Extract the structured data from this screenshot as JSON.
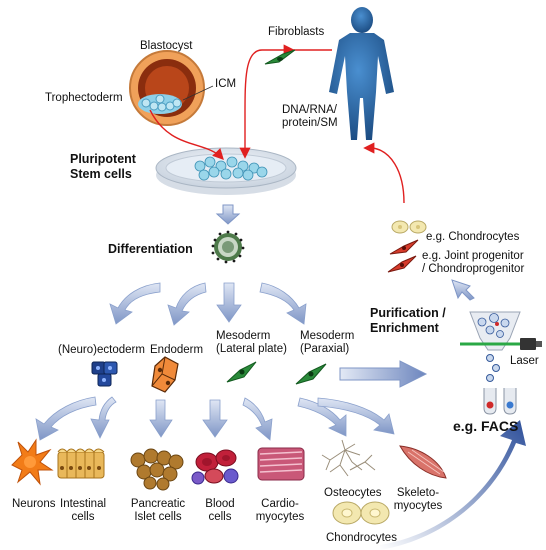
{
  "labels": {
    "blastocyst": "Blastocyst",
    "trophectoderm": "Trophectoderm",
    "icm": "ICM",
    "fibroblasts": "Fibroblasts",
    "reprogramming": [
      "DNA/RNA/",
      "protein/SM"
    ],
    "pluripotent": [
      "Pluripotent",
      "Stem cells"
    ],
    "differentiation": "Differentiation",
    "chondrocytes_eg": "e.g. Chondrocytes",
    "joint_progenitor": [
      "e.g. Joint progenitor",
      "/ Chondroprogenitor"
    ],
    "purification": [
      "Purification /",
      "Enrichment"
    ],
    "laser": "Laser",
    "facs": "e.g. FACS"
  },
  "germ_layers": [
    {
      "lines": [
        "(Neuro)ectoderm"
      ]
    },
    {
      "lines": [
        "Endoderm"
      ]
    },
    {
      "lines": [
        "Mesoderm",
        "(Lateral plate)"
      ]
    },
    {
      "lines": [
        "Mesoderm",
        "(Paraxial)"
      ]
    }
  ],
  "cell_types": [
    {
      "lines": [
        "Neurons"
      ]
    },
    {
      "lines": [
        "Intestinal",
        "cells"
      ]
    },
    {
      "lines": [
        "Pancreatic",
        "Islet cells"
      ]
    },
    {
      "lines": [
        "Blood",
        "cells"
      ]
    },
    {
      "lines": [
        "Cardio-",
        "myocytes"
      ]
    },
    {
      "lines": [
        "Osteocytes"
      ]
    },
    {
      "lines": [
        "Skeleto-",
        "myocytes"
      ]
    },
    {
      "lines": [
        "Chondrocytes"
      ]
    }
  ],
  "colors": {
    "arrow_blue": "#8aa0cc",
    "arrow_red": "#e02020",
    "human_blue": "#1f5e9e",
    "fibroblast_green": "#2a8a3a",
    "progenitor_red": "#d63a2a",
    "chondrocyte_yellow": "#f3e8b0"
  }
}
